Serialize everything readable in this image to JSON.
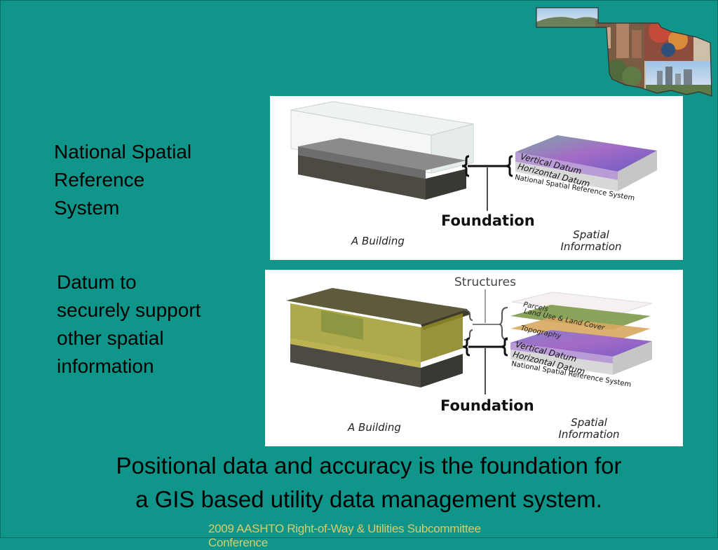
{
  "slide": {
    "text_blocks": {
      "nsrs": [
        "National Spatial",
        "Reference",
        "System"
      ],
      "datum": [
        "Datum to",
        "securely support",
        "other spatial",
        "information"
      ]
    },
    "caption": [
      "Positional data and accuracy is the foundation for",
      "a GIS based utility data management system."
    ],
    "footer": "2009 AASHTO Right-of-Way & Utilities Subcommittee Conference"
  },
  "figure_top": {
    "building_label": "A Building",
    "foundation_label": "Foundation",
    "spatial_label": [
      "Spatial",
      "Information"
    ],
    "layers": [
      "Vertical Datum",
      "Horizontal Datum",
      "National Spatial Reference System"
    ]
  },
  "figure_bottom": {
    "structures_label": "Structures",
    "building_label": "A Building",
    "foundation_label": "Foundation",
    "spatial_label": [
      "Spatial",
      "Information"
    ],
    "layers": [
      "Parcels",
      "Land Use & Land Cover",
      "Topography",
      "Vertical Datum",
      "Horizontal Datum",
      "National Spatial Reference System"
    ]
  },
  "colors": {
    "background": "#0f9589",
    "footer": "#d8cc6a"
  },
  "icons": [
    "oklahoma-state-collage-image"
  ]
}
